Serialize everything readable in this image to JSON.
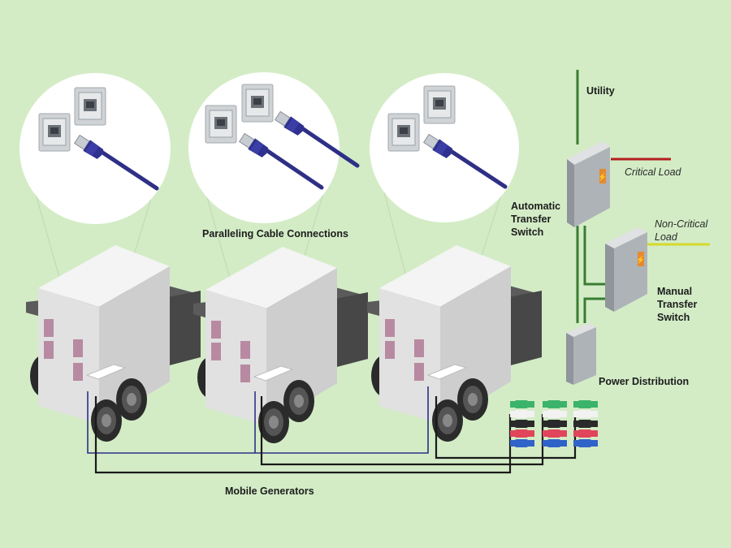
{
  "labels": {
    "utility": "Utility",
    "critical_load": "Critical Load",
    "non_critical_line1": "Non-Critical",
    "non_critical_line2": "Load",
    "ats_line1": "Automatic",
    "ats_line2": "Transfer",
    "ats_line3": "Switch",
    "mts_line1": "Manual",
    "mts_line2": "Transfer",
    "mts_line3": "Switch",
    "power_distribution": "Power Distribution",
    "paralleling": "Paralleling Cable Connections",
    "mobile_generators": "Mobile Generators"
  },
  "colors": {
    "background": "#d3ecc6",
    "utility_line": "#3a7d32",
    "critical_line": "#b51e1e",
    "non_critical_line": "#d6d92b",
    "cable": "#2e2f86",
    "cam_green": "#3bb36a",
    "cam_white": "#f2f2f2",
    "cam_black": "#2a2a2a",
    "cam_red": "#e0455b",
    "cam_blue": "#2f63c8"
  }
}
